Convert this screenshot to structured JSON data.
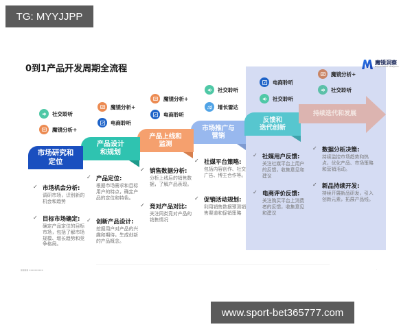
{
  "overlay": {
    "tag_label": "TG: MYYJJPP",
    "url_label": "www.sport-bet365777.com"
  },
  "slide": {
    "title": "0到1产品开发周期全流程",
    "logo": {
      "mark": "M",
      "name": "魔镜洞察",
      "subtitle": "Mogujie Market Intelligence"
    }
  },
  "tools": {
    "social_listening": "社交聆听",
    "mirror_analysis": "魔镜分析+",
    "ecommerce_listening": "电商聆听",
    "growth_radar": "增长雷达"
  },
  "colors": {
    "stage1": "#1a4fbf",
    "stage2": "#2fc3b0",
    "stage3": "#f5a06e",
    "stage4": "#98b8ee",
    "stage5": "#57c6cf",
    "stage6": "#dcb4b0",
    "panel": "#d5dcf3",
    "icon_teal": "#4fc8a6",
    "icon_orange": "#ec8b52",
    "icon_blue": "#1e63c8",
    "icon_sky": "#4fa3e6"
  },
  "stages": [
    {
      "title_line1": "市场研究和",
      "title_line2": "定位",
      "tools": [
        "社交聆听",
        "魔镜分析+"
      ],
      "items": [
        {
          "title": "市场机会分析:",
          "desc": "调研市场，识别新的机会和趋势"
        },
        {
          "title": "目标市场确定:",
          "desc": "确定产品定位的目标市场，包括了解市场规模、增长趋势和竞争格局。"
        }
      ]
    },
    {
      "title_line1": "产品设计",
      "title_line2": "和规划",
      "tools": [
        "魔镜分析+",
        "电商聆听"
      ],
      "items": [
        {
          "title": "产品定位:",
          "desc": "根据市场需求和目标用户的特点，确定产品的定位和特色。"
        },
        {
          "title": "创新产品设计:",
          "desc": "挖掘用户对产品的兴趣和期待，生成创新的产品概念。"
        }
      ]
    },
    {
      "title_line1": "产品上线和",
      "title_line2": "监测",
      "tools": [
        "魔镜分析+",
        "电商聆听"
      ],
      "items": [
        {
          "title": "销售数据分析:",
          "desc": "分析上线后的销售数据，了解产品表现。"
        },
        {
          "title": "竞对产品对比:",
          "desc": "关注同类竞对产品的销售情况"
        }
      ]
    },
    {
      "title_line1": "市场推广与",
      "title_line2": "营销",
      "tools": [
        "社交聆听",
        "增长雷达"
      ],
      "items": [
        {
          "title": "社媒平台策略:",
          "desc": "包括内容创作、社交广告、博主合作等。"
        },
        {
          "title": "促销活动规划:",
          "desc": "利用销售数据预测销售渠道和促销策略"
        }
      ]
    },
    {
      "title_line1": "反馈和",
      "title_line2": "迭代创新",
      "tools": [
        "电商聆听",
        "社交聆听"
      ],
      "items": [
        {
          "title": "社媒用户反馈:",
          "desc": "关注社媒平台上用户的反馈，收集意见和建议"
        },
        {
          "title": "电商评价反馈:",
          "desc": "关注购买平台上消费者的反馈，收集意见和建议"
        }
      ]
    },
    {
      "title_line1": "持续迭代和发展",
      "tools": [
        "魔镜分析+",
        "社交聆听"
      ],
      "items": [
        {
          "title": "数据分析决策:",
          "desc": "持续监控市场趋势和热点，优化产品、市场策略和营销活动。"
        },
        {
          "title": "新品持续开发:",
          "desc": "持续开展新品研发，引入创新元素，拓展产品线。"
        }
      ]
    }
  ],
  "check_mark": "✓"
}
